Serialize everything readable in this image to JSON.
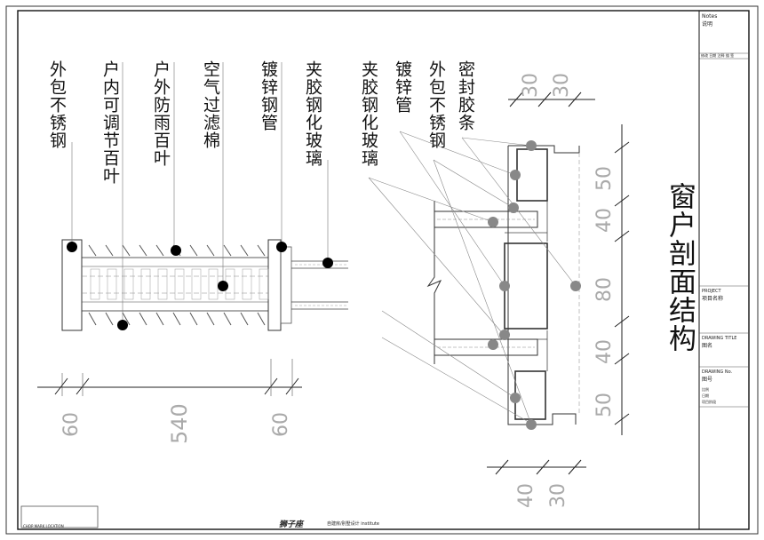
{
  "drawing": {
    "title": "窗户剖面结构"
  },
  "left_labels": [
    "外包不锈钢",
    "户内可调节百叶",
    "户外防雨百叶",
    "空气过滤棉",
    "镀锌钢管",
    "夹胶钢化玻璃"
  ],
  "right_labels": [
    "夹胶钢化玻璃",
    "镀锌管",
    "外包不锈钢",
    "密封胶条"
  ],
  "dimensions": {
    "left_bottom": [
      "60",
      "540",
      "60"
    ],
    "right_top": [
      "30",
      "30"
    ],
    "right_side": [
      "50",
      "40",
      "80",
      "40",
      "50"
    ],
    "right_bottom": [
      "40",
      "30"
    ]
  },
  "title_block": {
    "notes_en": "Notes",
    "notes_cn": "说明",
    "rev_header": "修改 日期 注释 描 签",
    "project_en": "PROJECT",
    "project_cn": "项目名称",
    "drawing_title_en": "DRAWING TITLE",
    "drawing_title_cn": "图名",
    "drawing_no_en": "DRAWING No.",
    "drawing_no_cn": "图号",
    "scale_cn": "比例",
    "date_cn": "日期",
    "stage_cn": "项目阶段"
  },
  "footer": {
    "brand": "狮子座",
    "tagline": "自建房/别墅设计 institute",
    "stamp": "CHOP  MARK  LOCATION"
  }
}
